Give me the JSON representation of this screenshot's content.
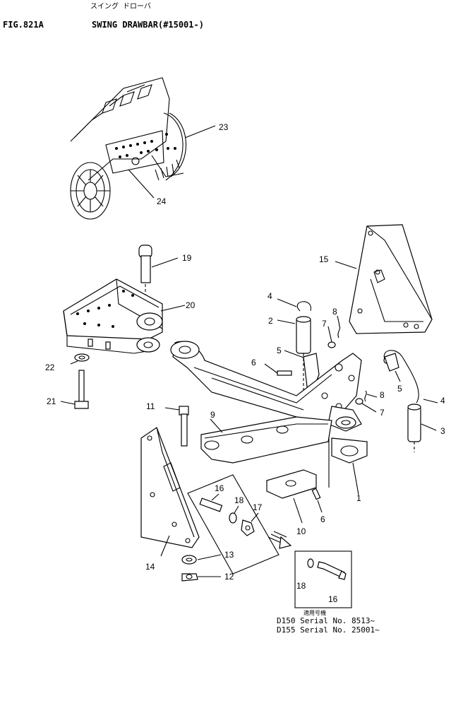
{
  "header": {
    "fig_label": "FIG.821A",
    "title_jp": "スイング ドローバ",
    "title_en": "SWING DRAWBAR(#15001-)"
  },
  "callouts": {
    "c1": "1",
    "c2": "2",
    "c3": "3",
    "c4a": "4",
    "c4b": "4",
    "c5a": "5",
    "c5b": "5",
    "c6a": "6",
    "c6b": "6",
    "c7a": "7",
    "c7b": "7",
    "c8a": "8",
    "c8b": "8",
    "c9": "9",
    "c10": "10",
    "c11": "11",
    "c12": "12",
    "c13": "13",
    "c14": "14",
    "c15": "15",
    "c16": "16",
    "c17": "17",
    "c18": "18",
    "c19": "19",
    "c20": "20",
    "c21": "21",
    "c22": "22",
    "c23": "23",
    "c24": "24",
    "inset18": "18",
    "inset16": "16"
  },
  "serial_note": {
    "title": "適用号機",
    "line1": "D150  Serial No. 8513~",
    "line2": "D155  Serial No. 25001~"
  }
}
